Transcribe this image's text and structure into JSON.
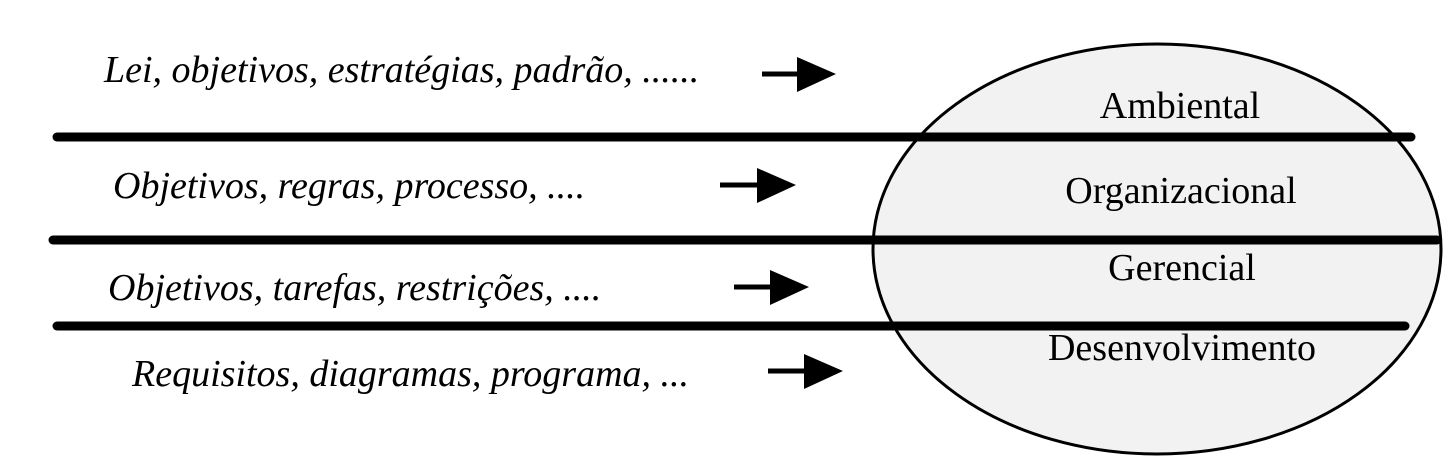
{
  "diagram": {
    "rows": [
      {
        "input_text": "Lei, objetivos, estratégias, padrão, ......",
        "layer": "Ambiental"
      },
      {
        "input_text": "Objetivos, regras, processo, ....",
        "layer": "Organizacional"
      },
      {
        "input_text": "Objetivos, tarefas, restrições, ....",
        "layer": "Gerencial"
      },
      {
        "input_text": "Requisitos, diagramas, programa, ...",
        "layer": "Desenvolvimento"
      }
    ]
  },
  "colors": {
    "ellipse_fill": "#f2f2f2",
    "stroke": "#000000",
    "background": "#ffffff"
  }
}
